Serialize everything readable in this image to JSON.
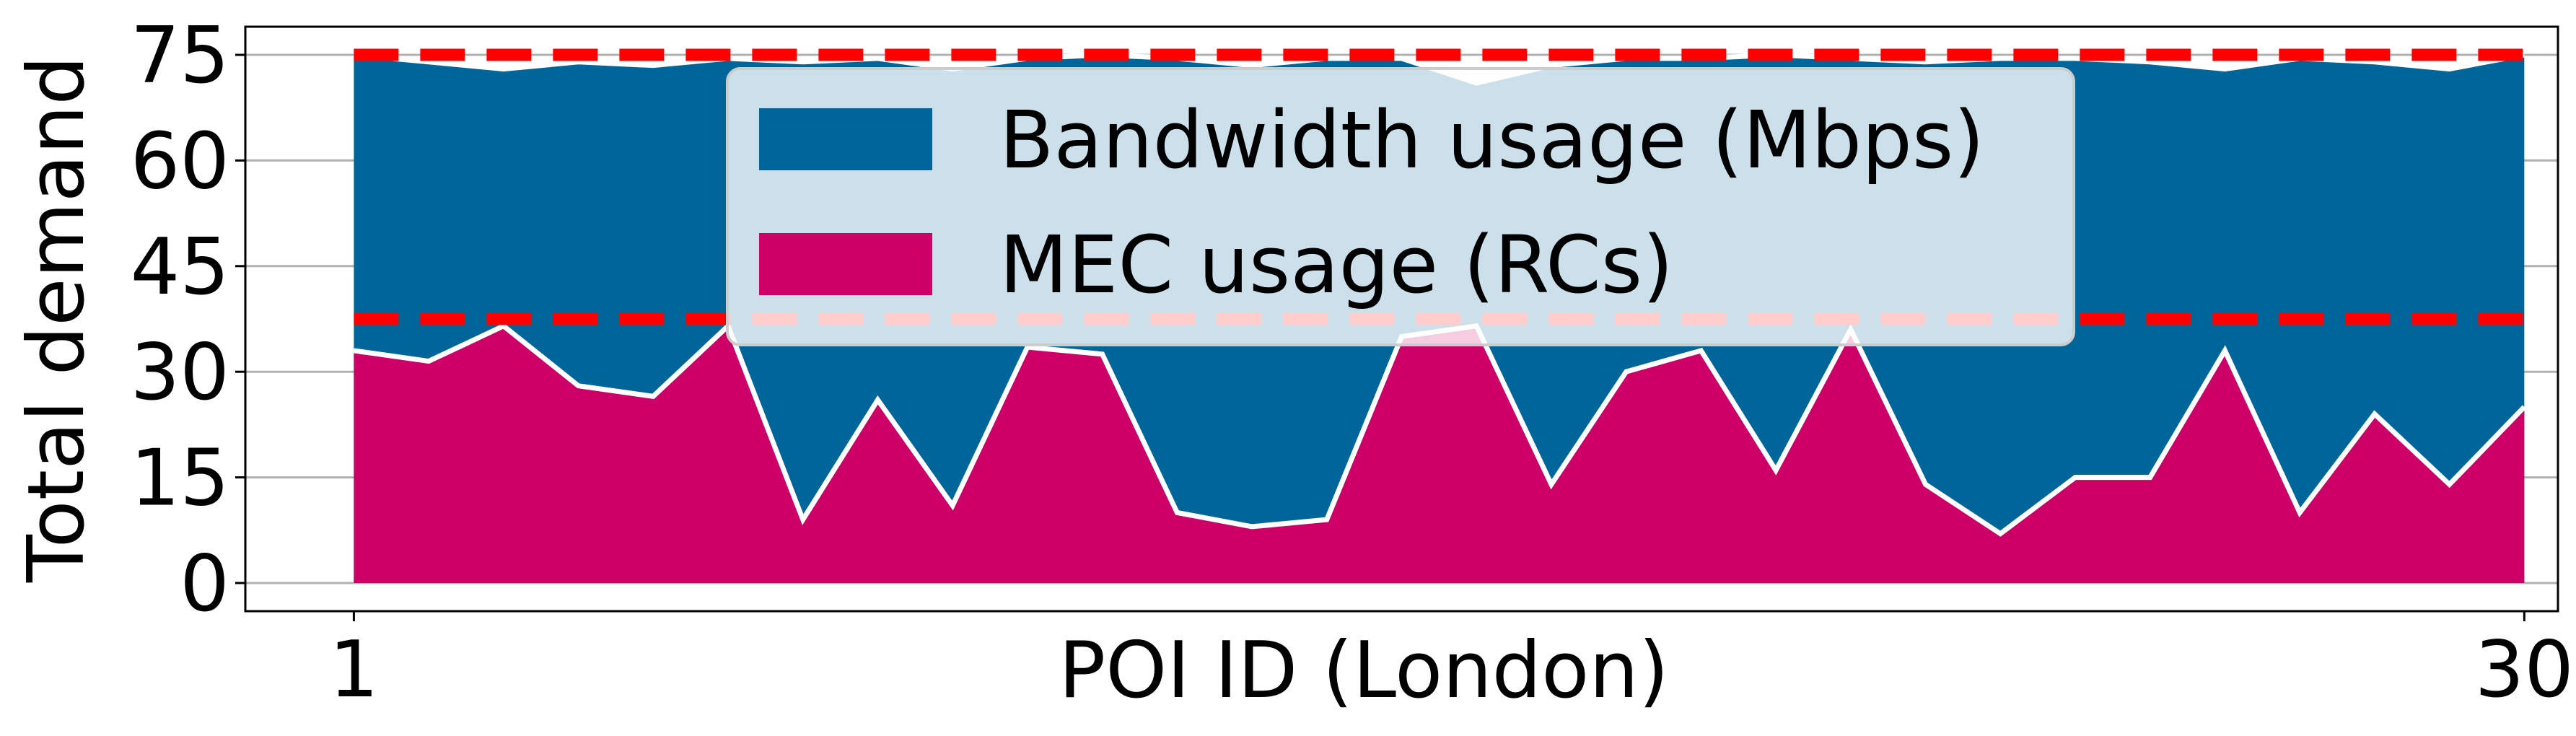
{
  "chart_data": {
    "type": "area",
    "xlabel": "POI ID (London)",
    "ylabel": "Total demand",
    "xlim": [
      -0.45,
      30.45
    ],
    "ylim": [
      -4,
      79
    ],
    "xticks": [
      1,
      30
    ],
    "yticks": [
      0,
      15,
      30,
      45,
      60,
      75
    ],
    "grid": "horizontal",
    "legend_placement": "upper center",
    "x": [
      1,
      2,
      3,
      4,
      5,
      6,
      7,
      8,
      9,
      10,
      11,
      12,
      13,
      14,
      15,
      16,
      17,
      18,
      19,
      20,
      21,
      22,
      23,
      24,
      25,
      26,
      27,
      28,
      29,
      30
    ],
    "series": [
      {
        "name": "Bandwidth usage (Mbps)",
        "color": "#006699",
        "values": [
          75,
          74,
          73,
          74,
          73.5,
          74.5,
          74,
          74.5,
          73,
          74.5,
          75,
          74.5,
          73.5,
          74.5,
          74.5,
          71,
          73.5,
          74.5,
          74.5,
          75,
          74.5,
          74,
          74.5,
          74.5,
          74,
          73,
          74.5,
          74,
          73,
          75
        ]
      },
      {
        "name": "MEC usage (RCs)",
        "color": "#CC0066",
        "values": [
          33,
          31.5,
          36.5,
          28,
          26.5,
          36.5,
          9,
          26,
          11,
          33.5,
          32.5,
          10,
          8,
          9,
          35,
          36.5,
          14,
          30,
          33,
          16,
          36,
          14,
          7,
          15,
          15,
          33,
          10,
          24,
          14,
          25
        ]
      }
    ],
    "reference_lines": [
      {
        "y": 75,
        "color": "#FF0000",
        "style": "dashed"
      },
      {
        "y": 37.5,
        "color": "#FF0000",
        "style": "dashed"
      }
    ]
  }
}
